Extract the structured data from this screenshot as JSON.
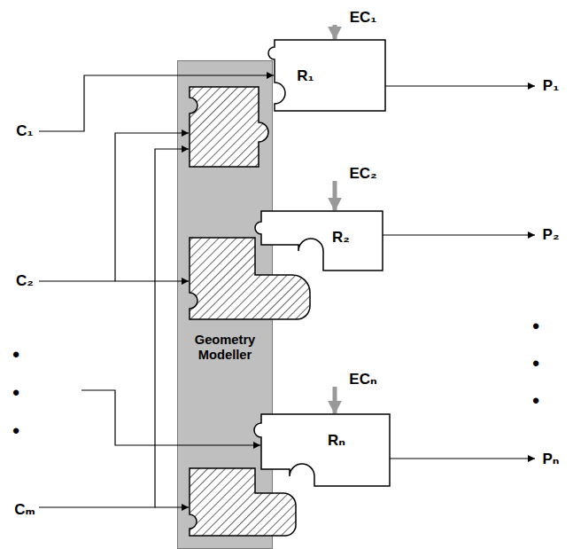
{
  "diagram": {
    "nodes": [
      {
        "text": [
          "Geometry Modeller"
        ]
      },
      {
        "text": [
          "R₁"
        ]
      },
      {
        "text": [
          "R₂"
        ]
      },
      {
        "text": [
          "Rₙ"
        ]
      }
    ],
    "labels": [
      "EC₁",
      "P₁",
      "C₁",
      "EC₂",
      "P₂",
      "C₂",
      "•",
      "•",
      "•",
      "•",
      "•",
      "•",
      "ECₙ",
      "Pₙ",
      "Cₘ"
    ]
  }
}
